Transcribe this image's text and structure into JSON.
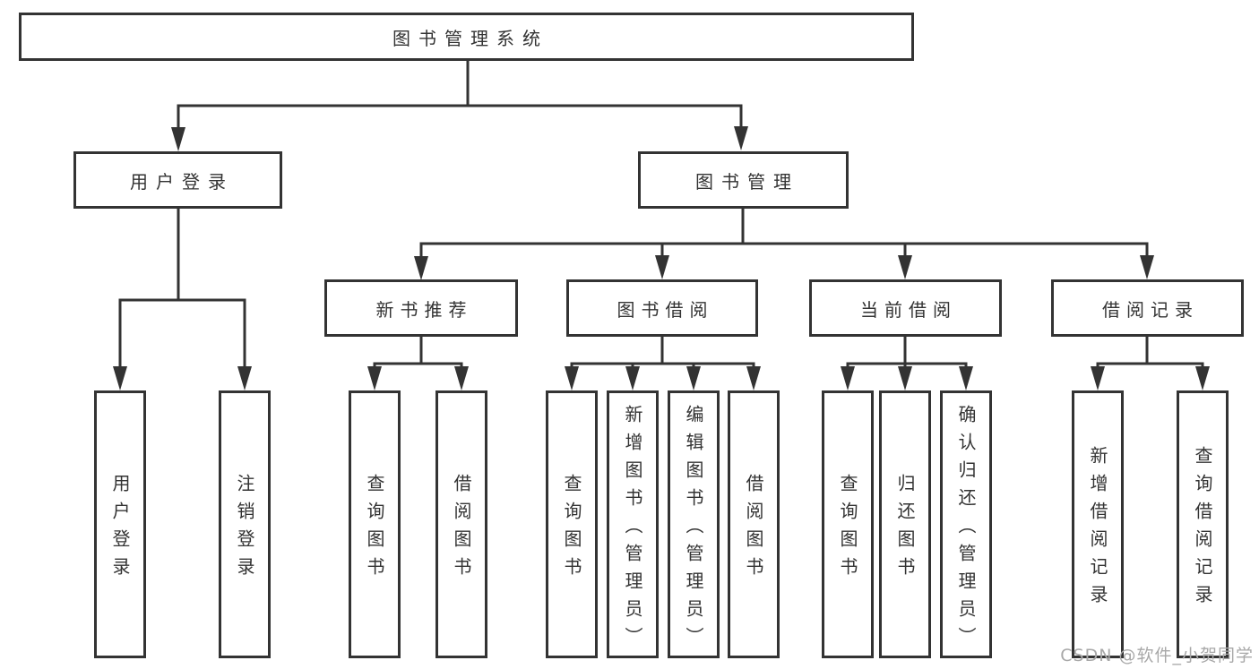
{
  "diagram": {
    "root": {
      "label": "图书管理系统"
    },
    "level2": [
      {
        "id": "user-login",
        "label": "用户登录"
      },
      {
        "id": "book-management",
        "label": "图书管理"
      }
    ],
    "level3": [
      {
        "id": "new-book-recommend",
        "label": "新书推荐"
      },
      {
        "id": "book-borrow",
        "label": "图书借阅"
      },
      {
        "id": "current-borrow",
        "label": "当前借阅"
      },
      {
        "id": "borrow-records",
        "label": "借阅记录"
      }
    ],
    "leaves": {
      "user_login": [
        "用户登录",
        "注销登录"
      ],
      "new_book_recommend": [
        "查询图书",
        "借阅图书"
      ],
      "book_borrow": [
        "查询图书",
        "新增图书（管理员）",
        "编辑图书（管理员）",
        "借阅图书"
      ],
      "current_borrow": [
        "查询图书",
        "归还图书",
        "确认归还（管理员）"
      ],
      "borrow_records": [
        "新增借阅记录",
        "查询借阅记录"
      ]
    }
  },
  "watermark": {
    "text": "CSDN @软件_小贺同学"
  },
  "colors": {
    "line": "#333333",
    "box_border": "#333333",
    "text": "#333333",
    "watermark": "#a8a8a8",
    "background": "#ffffff"
  }
}
